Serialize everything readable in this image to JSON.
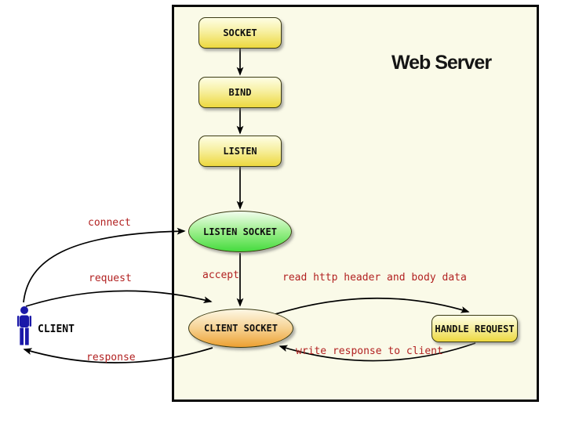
{
  "diagram": {
    "title": "Web Server",
    "nodes": {
      "socket": "SOCKET",
      "bind": "BIND",
      "listen": "LISTEN",
      "listen_socket": "LISTEN SOCKET",
      "client_socket": "CLIENT SOCKET",
      "handle_request": "HANDLE REQUEST",
      "client": "CLIENT"
    },
    "edge_labels": {
      "connect": "connect",
      "request": "request",
      "response": "response",
      "accept": "accept",
      "read": "read http header and body data",
      "write": "write response to client"
    },
    "colors": {
      "label_red": "#B22222",
      "server_background": "#FAFAE8",
      "box_yellow_top": "#FEFEE4",
      "box_yellow_bottom": "#EDD83F",
      "ellipse_green_top": "#F2FDEE",
      "ellipse_green_bottom": "#45DB3E",
      "ellipse_orange_top": "#FDF7E4",
      "ellipse_orange_bottom": "#EDA032",
      "client_figure_blue": "#1A18A8",
      "arrow_black": "#000000"
    }
  }
}
